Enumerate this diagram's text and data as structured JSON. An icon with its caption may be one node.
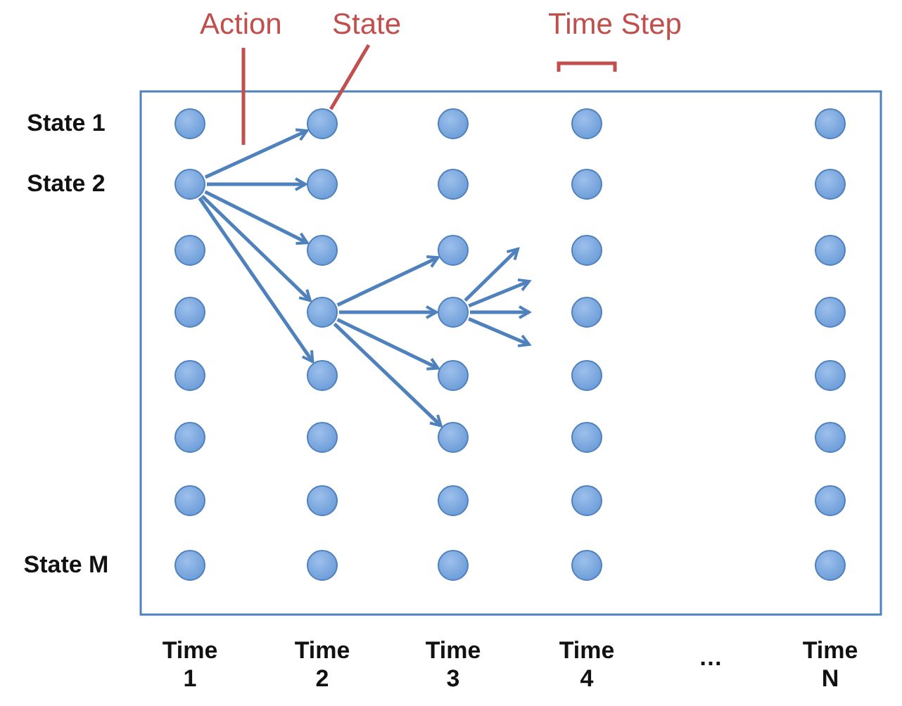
{
  "diagram": {
    "nodes": [
      {
        "text": [
          "Action"
        ]
      },
      {
        "text": [
          "State"
        ]
      },
      {
        "text": [],
        "shape": "circle"
      },
      {
        "text": [],
        "shape": "circle"
      },
      {
        "text": [],
        "shape": "circle"
      },
      {
        "text": [],
        "shape": "circle"
      },
      {
        "text": [],
        "shape": "circle"
      },
      {
        "text": [],
        "shape": "circle"
      },
      {
        "text": [],
        "shape": "circle"
      },
      {
        "text": [],
        "shape": "circle"
      },
      {
        "text": [],
        "shape": "circle"
      },
      {
        "text": [],
        "shape": "circle"
      },
      {
        "text": [],
        "shape": "circle"
      },
      {
        "text": [],
        "shape": "circle"
      },
      {
        "text": [],
        "shape": "circle"
      },
      {
        "text": [],
        "shape": "circle"
      },
      {
        "text": [],
        "shape": "circle"
      },
      {
        "text": [],
        "shape": "circle"
      },
      {
        "text": [],
        "shape": "circle"
      },
      {
        "text": [],
        "shape": "circle"
      },
      {
        "text": [],
        "shape": "circle"
      },
      {
        "text": [],
        "shape": "circle"
      },
      {
        "text": [],
        "shape": "circle"
      },
      {
        "text": [],
        "shape": "circle"
      },
      {
        "text": [],
        "shape": "circle"
      },
      {
        "text": [],
        "shape": "circle"
      },
      {
        "text": [],
        "shape": "circle"
      },
      {
        "text": [],
        "shape": "circle"
      },
      {
        "text": [],
        "shape": "circle"
      },
      {
        "text": [],
        "shape": "circle"
      },
      {
        "text": [],
        "shape": "circle"
      },
      {
        "text": [],
        "shape": "circle"
      },
      {
        "text": [],
        "shape": "circle"
      },
      {
        "text": [],
        "shape": "circle"
      },
      {
        "text": [],
        "shape": "circle"
      },
      {
        "text": [],
        "shape": "circle"
      },
      {
        "text": [],
        "shape": "circle"
      },
      {
        "text": [],
        "shape": "circle"
      },
      {
        "text": [],
        "shape": "circle"
      },
      {
        "text": [],
        "shape": "circle"
      },
      {
        "text": [],
        "shape": "circle"
      },
      {
        "text": [],
        "shape": "circle"
      }
    ],
    "edges": [
      {
        "from": 0,
        "to": null,
        "arrow": "none",
        "color": "#c0504d"
      },
      {
        "from": 1,
        "to": 3,
        "arrow": "none",
        "color": "#c0504d"
      },
      {
        "from": 7,
        "to": 3,
        "arrow": "to"
      },
      {
        "from": 7,
        "to": 8,
        "arrow": "to"
      },
      {
        "from": 7,
        "to": 13,
        "arrow": "to"
      },
      {
        "from": 7,
        "to": 18,
        "arrow": "to"
      },
      {
        "from": 7,
        "to": 23,
        "arrow": "to"
      },
      {
        "from": 18,
        "to": 14,
        "arrow": "to"
      },
      {
        "from": 18,
        "to": 19,
        "arrow": "to"
      },
      {
        "from": 18,
        "to": 24,
        "arrow": "to"
      },
      {
        "from": 18,
        "to": 29,
        "arrow": "to"
      },
      {
        "from": 19,
        "to": null,
        "arrow": "to"
      },
      {
        "from": 19,
        "to": null,
        "arrow": "to"
      },
      {
        "from": 19,
        "to": null,
        "arrow": "to"
      },
      {
        "from": 19,
        "to": null,
        "arrow": "to"
      }
    ],
    "labels": [
      "Time Step",
      "State 1",
      "State 2",
      "State M",
      "Time 1",
      "Time 2",
      "Time 3",
      "Time 4",
      "…",
      "Time N"
    ]
  }
}
